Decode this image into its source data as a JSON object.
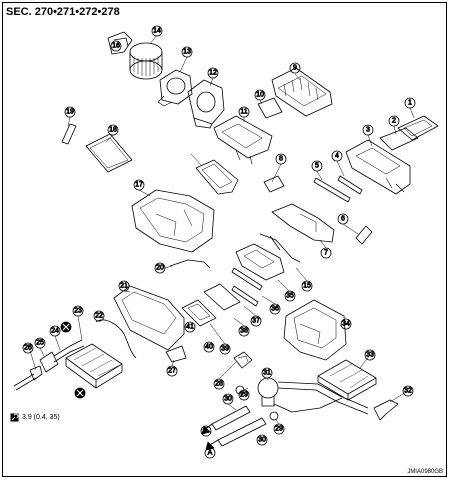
{
  "header": {
    "section_label": "SEC. 270•271•272•278"
  },
  "footer": {
    "drawing_code": "JMIA0980GB"
  },
  "torque_spec": {
    "value": "3.9 (0.4, 35)",
    "icon": "torque-wrench-icon"
  },
  "reference_marks": {
    "letter": "A"
  },
  "callouts": [
    "1",
    "2",
    "3",
    "4",
    "5",
    "6",
    "7",
    "8",
    "9",
    "10",
    "11",
    "12",
    "13",
    "14",
    "15",
    "16",
    "17",
    "18",
    "19",
    "20",
    "21",
    "22",
    "23",
    "24",
    "25",
    "26",
    "27",
    "28",
    "29",
    "30",
    "31",
    "32",
    "33",
    "34",
    "35",
    "36",
    "37",
    "38",
    "39",
    "40",
    "41"
  ],
  "icons": [
    "do-not-reuse-icon",
    "torque-wrench-icon",
    "arrow-icon"
  ],
  "colors": {
    "line": "#000000",
    "background": "#ffffff"
  }
}
